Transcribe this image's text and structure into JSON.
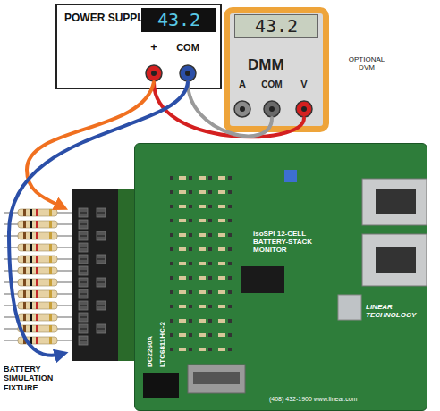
{
  "diagram": {
    "nodes": [
      {
        "text": [
          "POWER SUPPLY"
        ]
      },
      {
        "text": [
          "43.2"
        ],
        "in": 0
      },
      {
        "text": [
          "+"
        ],
        "in": 0
      },
      {
        "text": [
          "COM"
        ],
        "in": 0
      },
      {
        "text": [
          "DMM"
        ]
      },
      {
        "text": [
          "43.2"
        ],
        "in": 4
      },
      {
        "text": [
          "A"
        ],
        "in": 4
      },
      {
        "text": [
          "COM"
        ],
        "in": 4
      },
      {
        "text": [
          "V"
        ],
        "in": 4
      },
      {
        "text": [
          "BATTERY SIMULATION FIXTURE"
        ]
      },
      {
        "text": [
          "isoSPI 12-CELL BATTERY-STACK MONITOR",
          "DC2260A",
          "LTC6811HC-2",
          "LINEAR TECHNOLOGY",
          "(408) 432-1900 www.linear.com"
        ]
      }
    ],
    "edges": [
      {
        "from": 2,
        "to": 8,
        "arrow": "none"
      },
      {
        "from": 7,
        "to": 3,
        "arrow": "none"
      },
      {
        "from": 2,
        "to": 9,
        "arrow": "to"
      },
      {
        "from": 3,
        "to": 9,
        "arrow": "to"
      }
    ],
    "labels": [
      "OPTIONAL DVM"
    ]
  }
}
